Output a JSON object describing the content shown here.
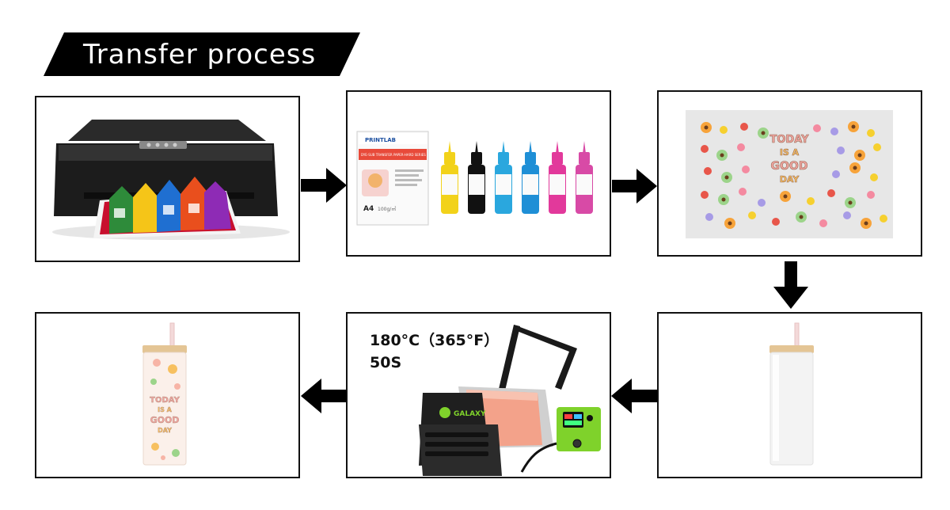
{
  "title": "Transfer process",
  "steps": [
    {
      "id": "printer"
    },
    {
      "id": "paper-and-ink",
      "paper_brand": "PRINTLAB",
      "paper_text": "DYE-SUB TRANSFER PAPER-HARD SERIES",
      "paper_size": "A4",
      "paper_weight": "100g/㎡"
    },
    {
      "id": "printed-design",
      "design_text": [
        "TODAY",
        "IS A",
        "GOOD",
        "DAY"
      ]
    },
    {
      "id": "blank-tumbler"
    },
    {
      "id": "heat-press",
      "temperature": "180°C（365°F）",
      "time": "50S",
      "brand": "GALAXY"
    },
    {
      "id": "finished-tumbler",
      "design_text": [
        "TODAY",
        "IS A",
        "GOOD",
        "DAY"
      ]
    }
  ],
  "colors": {
    "ink": [
      "#f2d21a",
      "#111111",
      "#2aa7de",
      "#1f8fd6",
      "#e2399b",
      "#d84aa6"
    ],
    "press_accent": "#7fd22b"
  }
}
